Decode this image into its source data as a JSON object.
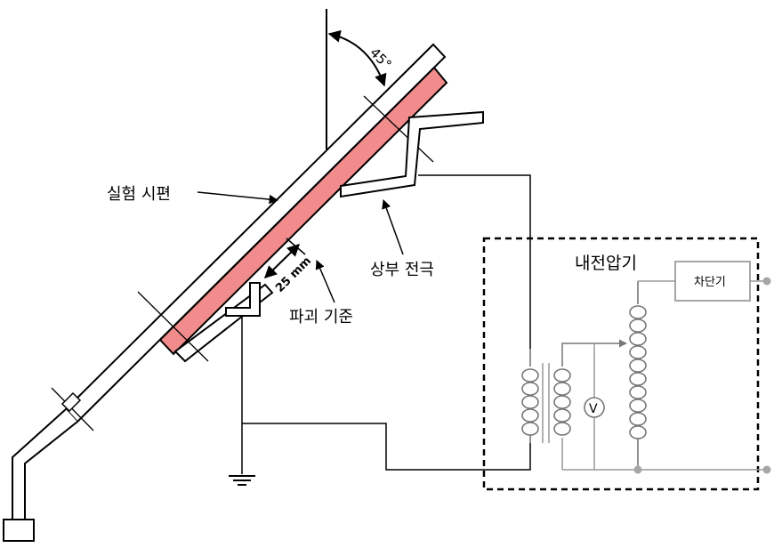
{
  "labels": {
    "angle": "45°",
    "specimen": "실험 시편",
    "upper_electrode": "상부 전극",
    "breakdown_ref": "파괴 기준",
    "distance": "25 mm",
    "tester": "내전압기",
    "breaker": "차단기",
    "voltmeter": "V"
  },
  "colors": {
    "specimen_fill": "#f28b8b",
    "line": "#000000",
    "circuit_gray": "#a6a6a6"
  }
}
